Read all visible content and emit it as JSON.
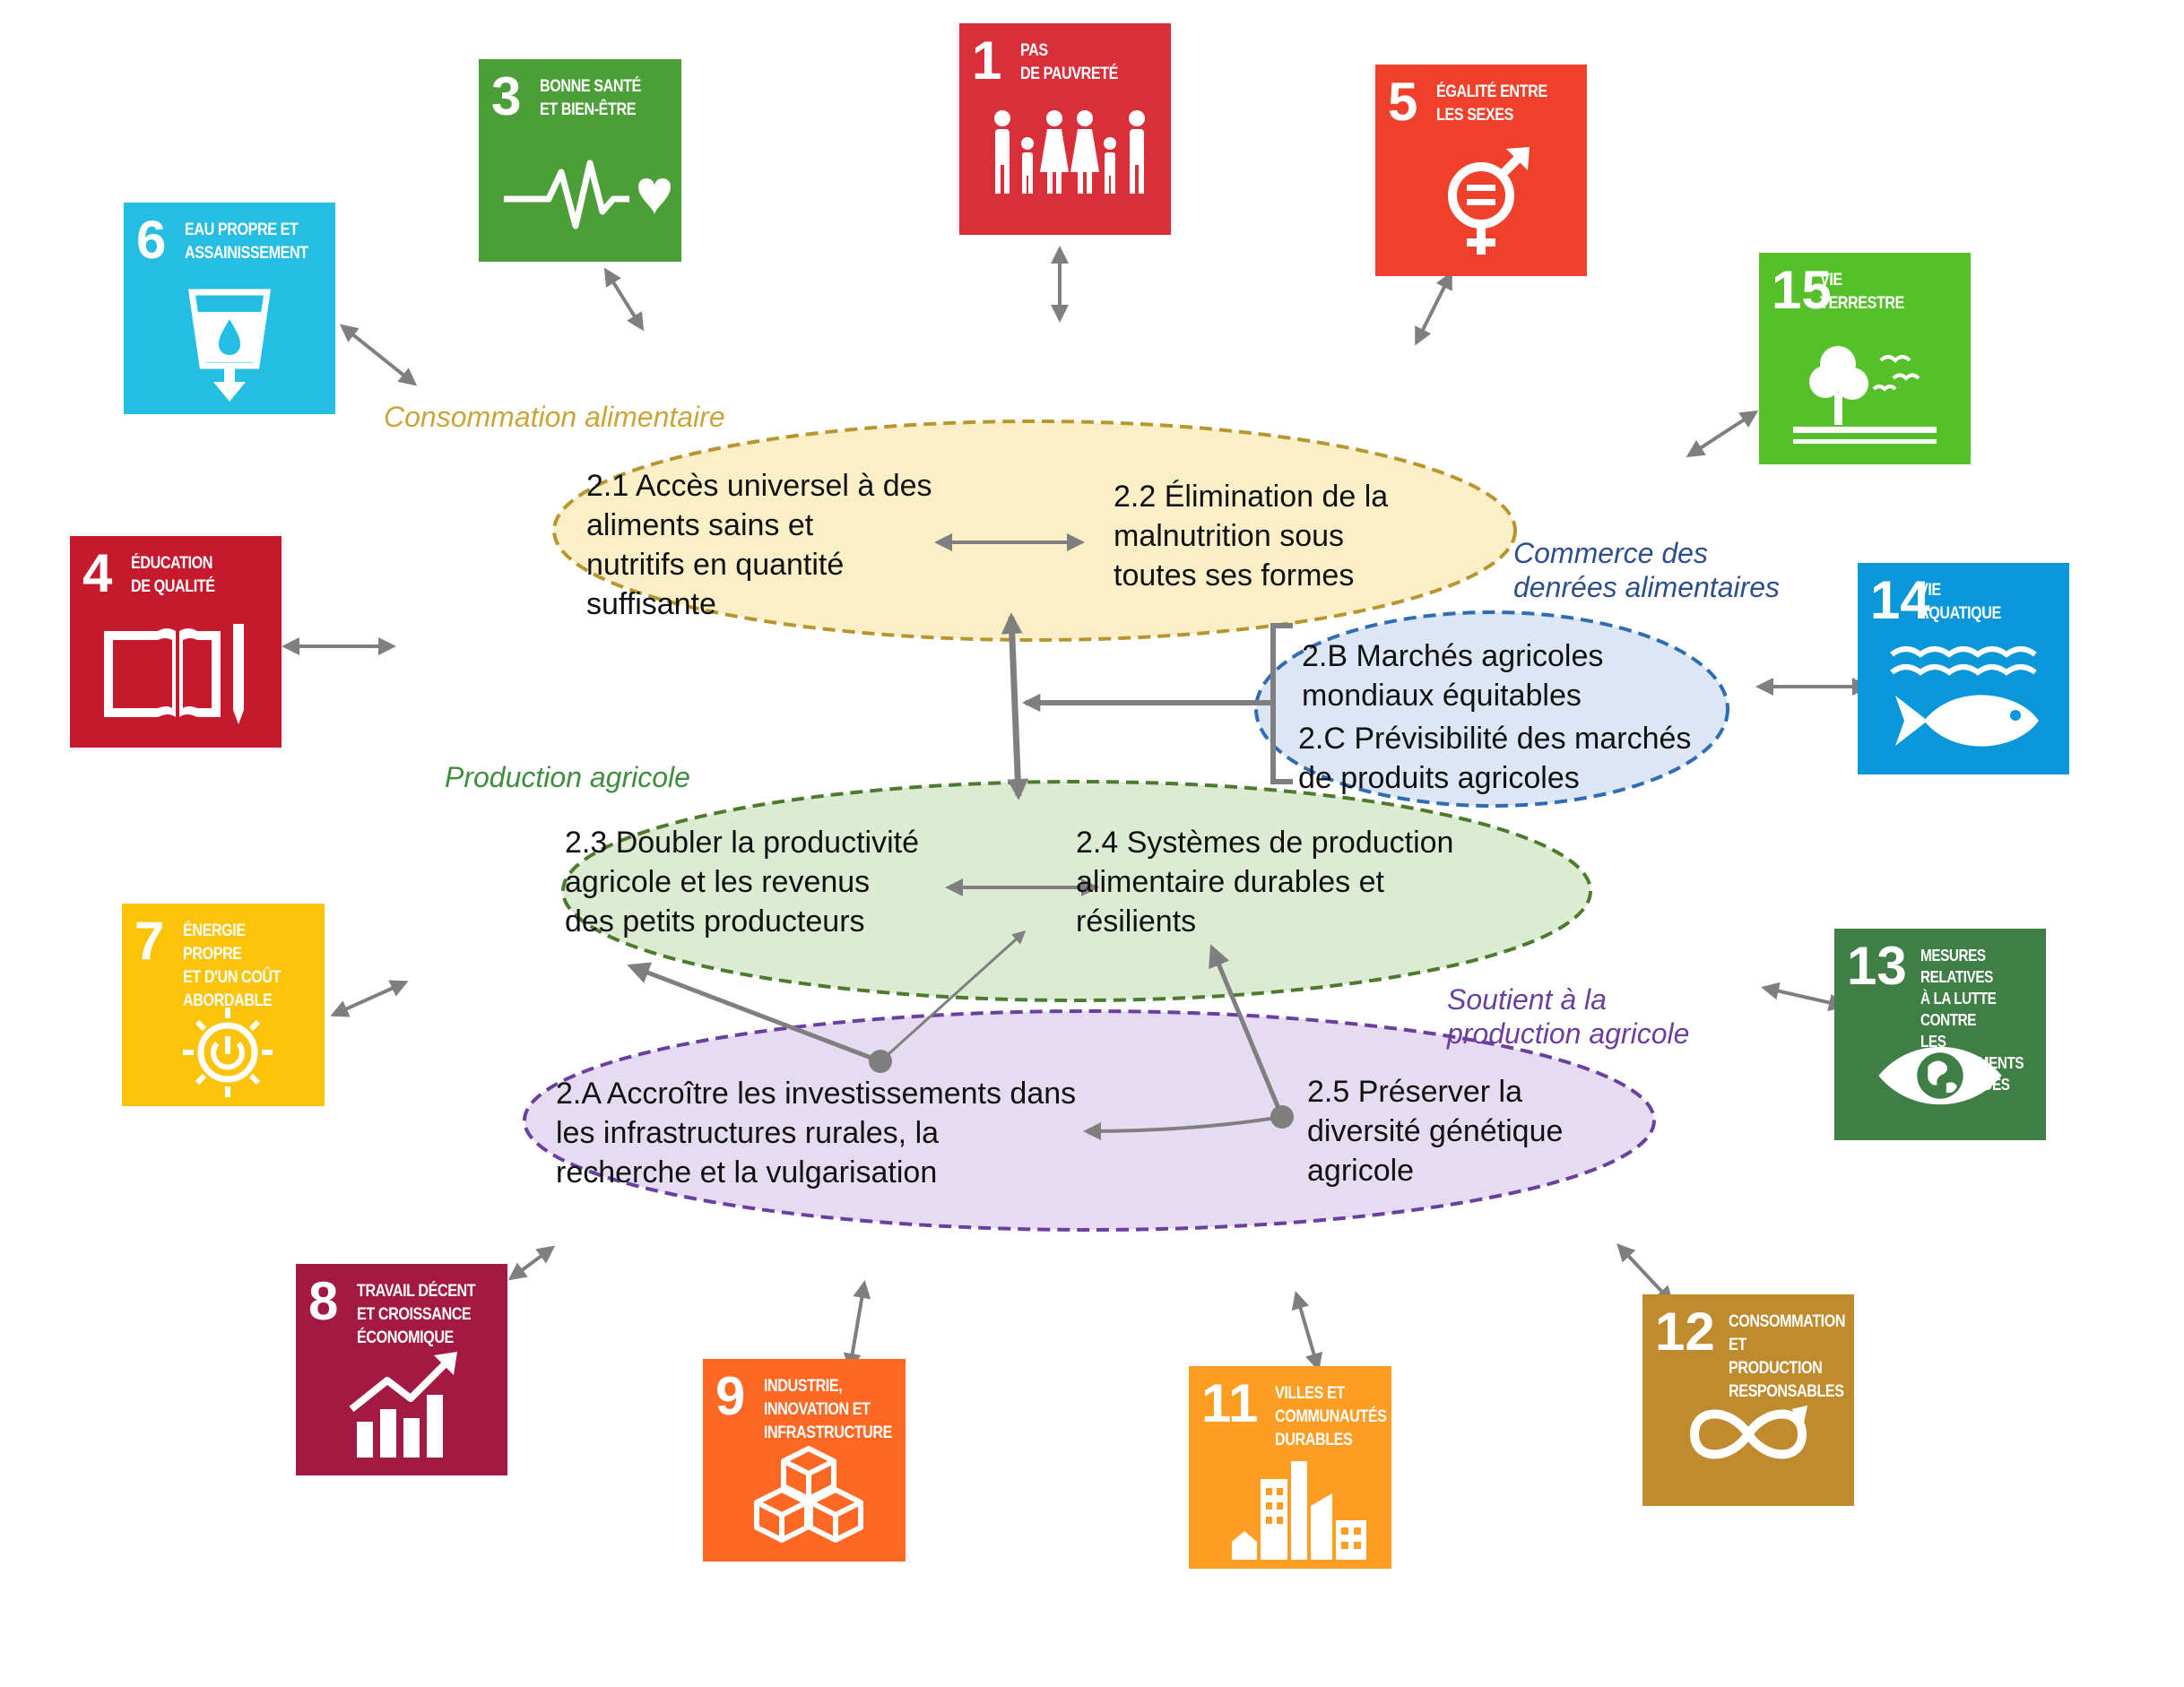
{
  "goals": [
    {
      "id": "sdg1",
      "num": "1",
      "label": "PAS\nDE PAUVRETÉ",
      "color": "#D8303B",
      "icon": "family-icon"
    },
    {
      "id": "sdg3",
      "num": "3",
      "label": "BONNE SANTÉ\nET BIEN-ÊTRE",
      "color": "#4C9F38",
      "icon": "heartbeat-icon"
    },
    {
      "id": "sdg5",
      "num": "5",
      "label": "ÉGALITÉ ENTRE\nLES SEXES",
      "color": "#EF402C",
      "icon": "gender-equality-icon"
    },
    {
      "id": "sdg6",
      "num": "6",
      "label": "EAU PROPRE ET\nASSAINISSEMENT",
      "color": "#26BDE2",
      "icon": "water-glass-icon"
    },
    {
      "id": "sdg15",
      "num": "15",
      "label": "VIE\nTERRESTRE",
      "color": "#56C02B",
      "icon": "tree-icon"
    },
    {
      "id": "sdg4",
      "num": "4",
      "label": "ÉDUCATION\nDE QUALITÉ",
      "color": "#C5192D",
      "icon": "book-pencil-icon"
    },
    {
      "id": "sdg14",
      "num": "14",
      "label": "VIE\nAQUATIQUE",
      "color": "#0A97D9",
      "icon": "fish-icon"
    },
    {
      "id": "sdg7",
      "num": "7",
      "label": "ÉNERGIE PROPRE\nET D'UN COÛT\nABORDABLE",
      "color": "#FCC30B",
      "icon": "sun-power-icon"
    },
    {
      "id": "sdg13",
      "num": "13",
      "label": "MESURES RELATIVES\nÀ LA LUTTE CONTRE\nLES CHANGEMENTS\nCLIMATIQUES",
      "color": "#3F7E44",
      "icon": "earth-eye-icon"
    },
    {
      "id": "sdg8",
      "num": "8",
      "label": "TRAVAIL DÉCENT\nET CROISSANCE\nÉCONOMIQUE",
      "color": "#A21942",
      "icon": "growth-chart-icon"
    },
    {
      "id": "sdg9",
      "num": "9",
      "label": "INDUSTRIE,\nINNOVATION ET\nINFRASTRUCTURE",
      "color": "#FD6925",
      "icon": "cubes-icon"
    },
    {
      "id": "sdg11",
      "num": "11",
      "label": "VILLES ET\nCOMMUNAUTÉS\nDURABLES",
      "color": "#FD9D24",
      "icon": "city-icon"
    },
    {
      "id": "sdg12",
      "num": "12",
      "label": "CONSOMMATION\nET PRODUCTION\nRESPONSABLES",
      "color": "#BF8B2E",
      "icon": "infinity-icon"
    }
  ],
  "groups": {
    "consumption": {
      "label": "Consommation alimentaire",
      "color": "#C9A53A",
      "fill": "#FBEFC8",
      "stroke": "#B8962E"
    },
    "trade": {
      "label": "Commerce des\ndenrées alimentaires",
      "color": "#2E4F8E",
      "fill": "#DCE6F4",
      "stroke": "#2E6DB4"
    },
    "production": {
      "label": "Production agricole",
      "color": "#3E8E3E",
      "fill": "#DDEBD3",
      "stroke": "#4C7A2E"
    },
    "support": {
      "label": "Soutient à la\nproduction agricole",
      "color": "#6A3FA0",
      "fill": "#E5DCF2",
      "stroke": "#6A3FA0"
    }
  },
  "targets": {
    "t21": "2.1  Accès universel à des\n      aliments sains et\n      nutritifs en quantité\n      suffisante",
    "t22": "2.2  Élimination de la\n      malnutrition sous\n      toutes ses formes",
    "t2B": "2.B  Marchés agricoles\n       mondiaux équitables",
    "t2C": "2.C  Prévisibilité des marchés\n       de produits agricoles",
    "t23": "2.3  Doubler la productivité\n      agricole et les revenus\n      des petits producteurs",
    "t24": "2.4  Systèmes de production\n      alimentaire durables et\n      résilients",
    "t2A": "2.A  Accroître les investissements  dans\n      les infrastructures rurales, la\n      recherche et la vulgarisation",
    "t25": "2.5  Préserver la\n      diversité génétique\n      agricole"
  },
  "colors": {
    "arrow": "#7F7F7F"
  }
}
